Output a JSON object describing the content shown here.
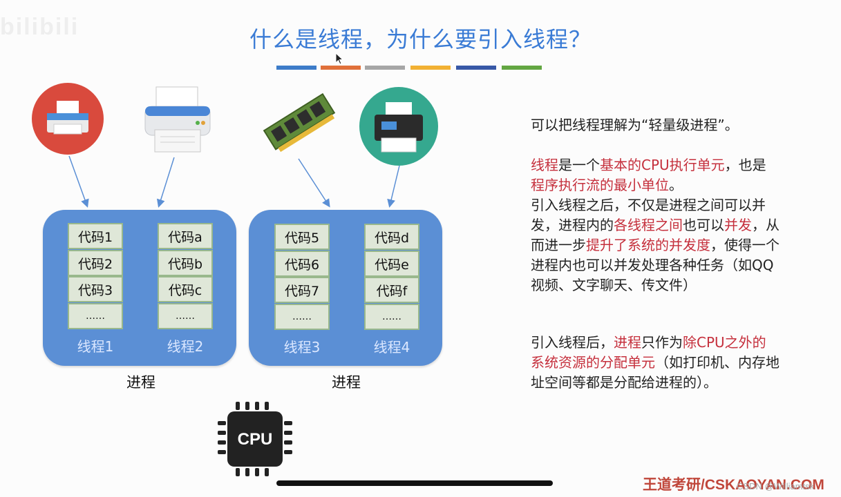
{
  "watermark": "bilibili",
  "slide": {
    "title": "什么是线程，为什么要引入线程？",
    "title_color": "#3a7bd5",
    "color_bar": [
      "#3d7cc9",
      "#e0703a",
      "#a6a6a6",
      "#f2b133",
      "#3758a6",
      "#63a642"
    ]
  },
  "process_a": {
    "label": "进程",
    "threads": [
      {
        "label": "线程1",
        "codes": [
          "代码1",
          "代码2",
          "代码3",
          "……"
        ]
      },
      {
        "label": "线程2",
        "codes": [
          "代码a",
          "代码b",
          "代码c",
          "……"
        ]
      }
    ]
  },
  "process_b": {
    "label": "进程",
    "threads": [
      {
        "label": "线程3",
        "codes": [
          "代码5",
          "代码6",
          "代码7",
          "……"
        ]
      },
      {
        "label": "线程4",
        "codes": [
          "代码d",
          "代码e",
          "代码f",
          "……"
        ]
      }
    ]
  },
  "cpu_label": "CPU",
  "side": {
    "p1": {
      "t1": "可以把线程理解为“轻量级进程”。"
    },
    "p2": {
      "h1": "线程",
      "t1": "是一个",
      "h2": "基本的CPU执行单元",
      "t2": "，也是",
      "h3": "程序执行流的最小单位",
      "t3": "。"
    },
    "p3": {
      "t1": "引入线程之后，不仅是进程之间可以并发，进程内的",
      "h1": "各线程之间",
      "t2": "也可以",
      "h2": "并发",
      "t3": "，从而进一步",
      "h3": "提升了系统的并发度",
      "t4": "，使得一个进程内也可以并发处理各种任务（如QQ视频、文字聊天、传文件）"
    },
    "p4": {
      "t1": "引入线程后，",
      "h1": "进程",
      "t2": "只作为",
      "h2": "除CPU之外的系统资源的分配单元",
      "t3": "（如打印机、内存地址空间等都是分配给进程的）。"
    },
    "highlight_color": "#c52f3c"
  },
  "footer": {
    "brand": "王道考研/CSKAOYAN.COM",
    "csdn": "CSDN @Williamtsk"
  }
}
